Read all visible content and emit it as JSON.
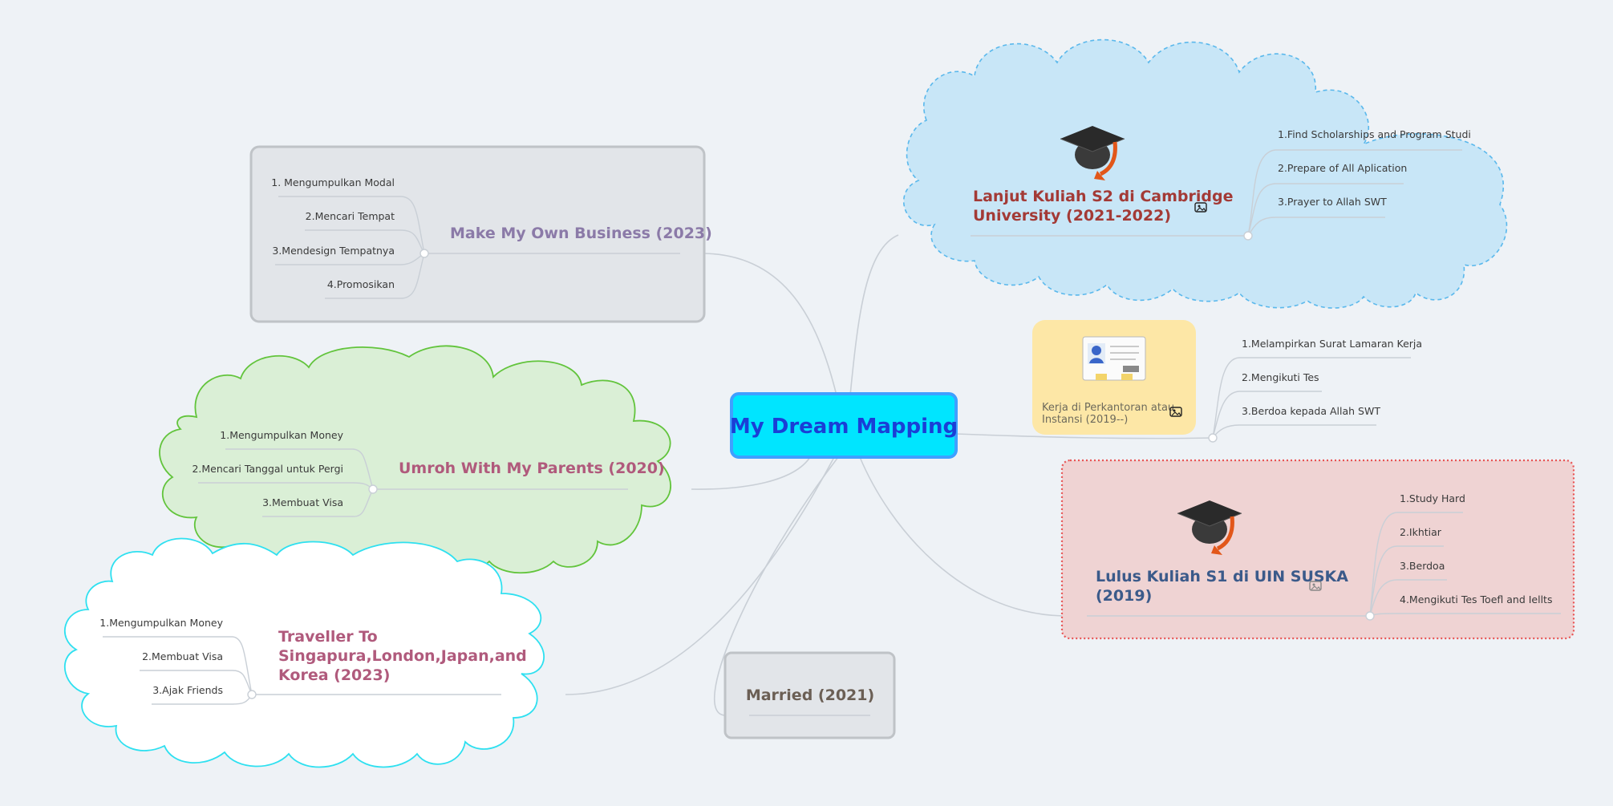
{
  "center": {
    "title": "My Dream Mapping"
  },
  "branches": {
    "cambridge": {
      "title_line1": "Lanjut Kuliah S2 di Cambridge",
      "title_line2": "University (2021-2022)",
      "items": [
        "1.Find Scholarships and Program Studi",
        "2.Prepare of All Aplication",
        "3.Prayer to Allah SWT"
      ],
      "icon": "graduation-cap-icon"
    },
    "kerja": {
      "title_line1": "Kerja di Perkantoran atau",
      "title_line2": "Instansi (2019--)",
      "items": [
        "1.Melampirkan Surat Lamaran Kerja",
        "2.Mengikuti Tes",
        "3.Berdoa kepada Allah SWT"
      ],
      "icon": "id-card-icon"
    },
    "suska": {
      "title_line1": "Lulus Kuliah S1 di UIN SUSKA",
      "title_line2": "(2019)",
      "items": [
        "1.Study Hard",
        "2.Ikhtiar",
        "3.Berdoa",
        "4.Mengikuti Tes Toefl and Iellts"
      ],
      "icon": "graduation-cap-icon"
    },
    "business": {
      "title": "Make My Own Business (2023)",
      "items": [
        "1. Mengumpulkan Modal",
        "2.Mencari Tempat",
        "3.Mendesign Tempatnya",
        "4.Promosikan"
      ]
    },
    "umroh": {
      "title": "Umroh With My Parents (2020)",
      "items": [
        "1.Mengumpulkan Money",
        "2.Mencari Tanggal untuk Pergi",
        "3.Membuat Visa"
      ]
    },
    "traveller": {
      "title_line1": "Traveller To",
      "title_line2": "Singapura,London,Japan,and",
      "title_line3": "Korea (2023)",
      "items": [
        "1.Mengumpulkan Money",
        "2.Membuat Visa",
        "3.Ajak Friends"
      ]
    },
    "married": {
      "title": "Married (2021)"
    }
  },
  "colors": {
    "background": "#eef2f6",
    "center_fill": "#00e5ff",
    "center_border": "#3fa0ff",
    "cambridge_title": "#a33a36",
    "suska_title": "#3b5a8a",
    "business_title": "#8b7aa8",
    "umroh_title": "#b05a7c",
    "traveller_title": "#b05a7c",
    "married_title": "#6b5f55"
  }
}
